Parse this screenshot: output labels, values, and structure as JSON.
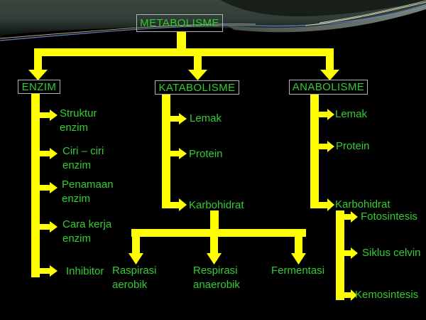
{
  "colors": {
    "slide_bg": "#000000",
    "connector_yellow": "#FFFF00",
    "text_green": "#33CC33",
    "box_border": "#AEB4B8"
  },
  "root": {
    "label": "METABOLISME"
  },
  "enzim": {
    "label": "ENZIM",
    "items": [
      {
        "label": "Struktur\nenzim"
      },
      {
        "label": "Ciri – ciri\nenzim"
      },
      {
        "label": "Penamaan\nenzim"
      },
      {
        "label": "Cara kerja\nenzim"
      },
      {
        "label": "Inhibitor"
      }
    ]
  },
  "katabolisme": {
    "label": "KATABOLISME",
    "items": [
      {
        "label": "Lemak"
      },
      {
        "label": "Protein"
      },
      {
        "label": "Karbohidrat"
      }
    ],
    "karbohidrat_sub": [
      {
        "label": "Raspirasi\naerobik"
      },
      {
        "label": "Respirasi\nanaerobik"
      },
      {
        "label": "Fermentasi"
      }
    ]
  },
  "anabolisme": {
    "label": "ANABOLISME",
    "items": [
      {
        "label": "Lemak"
      },
      {
        "label": "Protein"
      },
      {
        "label": "Karbohidrat"
      }
    ],
    "karbohidrat_sub": [
      {
        "label": "Fotosintesis"
      },
      {
        "label": "Siklus celvin"
      },
      {
        "label": "Kemosintesis"
      }
    ]
  }
}
